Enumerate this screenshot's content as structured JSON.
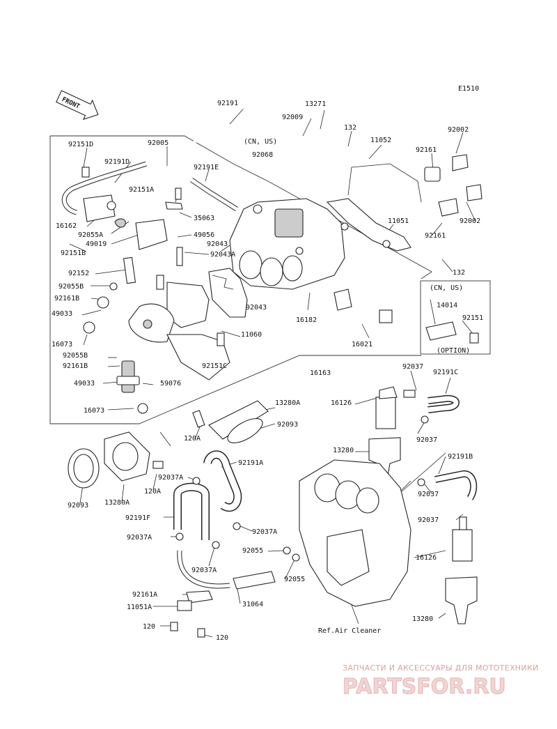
{
  "diagram": {
    "code": "E1510",
    "front_label": "FRONT",
    "ref_text": "Ref.Air Cleaner",
    "watermark": {
      "tagline": "ЗАПЧАСТИ И АКСЕССУАРЫ ДЛЯ МОТОТЕХНИКИ",
      "logo": "PARTSFOR.RU"
    },
    "callouts": [
      {
        "id": "92191",
        "text": "92191"
      },
      {
        "id": "13271",
        "text": "13271"
      },
      {
        "id": "92009",
        "text": "92009"
      },
      {
        "id": "cn-us-1",
        "text": "(CN, US)"
      },
      {
        "id": "92068",
        "text": "92068"
      },
      {
        "id": "132-a",
        "text": "132"
      },
      {
        "id": "11052",
        "text": "11052"
      },
      {
        "id": "92002-a",
        "text": "92002"
      },
      {
        "id": "92161-a",
        "text": "92161"
      },
      {
        "id": "92002-b",
        "text": "92002"
      },
      {
        "id": "92151D",
        "text": "92151D"
      },
      {
        "id": "92005",
        "text": "92005"
      },
      {
        "id": "92191D",
        "text": "92191D"
      },
      {
        "id": "92191E",
        "text": "92191E"
      },
      {
        "id": "92151A",
        "text": "92151A"
      },
      {
        "id": "35063",
        "text": "35063"
      },
      {
        "id": "16162",
        "text": "16162"
      },
      {
        "id": "92055A",
        "text": "92055A"
      },
      {
        "id": "49056",
        "text": "49056"
      },
      {
        "id": "49019",
        "text": "49019"
      },
      {
        "id": "92043-a",
        "text": "92043"
      },
      {
        "id": "92151B",
        "text": "92151B"
      },
      {
        "id": "92043A",
        "text": "92043A"
      },
      {
        "id": "11051",
        "text": "11051"
      },
      {
        "id": "92161-b",
        "text": "92161"
      },
      {
        "id": "132-b",
        "text": "132"
      },
      {
        "id": "92152",
        "text": "92152"
      },
      {
        "id": "92055B-a",
        "text": "92055B"
      },
      {
        "id": "92161B-a",
        "text": "92161B"
      },
      {
        "id": "92043-b",
        "text": "92043"
      },
      {
        "id": "16182",
        "text": "16182"
      },
      {
        "id": "cn-us-2",
        "text": "(CN, US)"
      },
      {
        "id": "14014",
        "text": "14014"
      },
      {
        "id": "92151",
        "text": "92151"
      },
      {
        "id": "49033-a",
        "text": "49033"
      },
      {
        "id": "16021",
        "text": "16021"
      },
      {
        "id": "11060",
        "text": "11060"
      },
      {
        "id": "option",
        "text": "(OPTION)"
      },
      {
        "id": "16073-a",
        "text": "16073"
      },
      {
        "id": "92055B-b",
        "text": "92055B"
      },
      {
        "id": "92151C",
        "text": "92151C"
      },
      {
        "id": "92161B-b",
        "text": "92161B"
      },
      {
        "id": "16163",
        "text": "16163"
      },
      {
        "id": "92037-a",
        "text": "92037"
      },
      {
        "id": "92191C",
        "text": "92191C"
      },
      {
        "id": "49033-b",
        "text": "49033"
      },
      {
        "id": "59076",
        "text": "59076"
      },
      {
        "id": "16126-a",
        "text": "16126"
      },
      {
        "id": "13280A-a",
        "text": "13280A"
      },
      {
        "id": "16073-b",
        "text": "16073"
      },
      {
        "id": "92093-a",
        "text": "92093"
      },
      {
        "id": "92037-b",
        "text": "92037"
      },
      {
        "id": "120A-a",
        "text": "120A"
      },
      {
        "id": "13280-a",
        "text": "13280"
      },
      {
        "id": "92191A",
        "text": "92191A"
      },
      {
        "id": "92191B",
        "text": "92191B"
      },
      {
        "id": "92037A-a",
        "text": "92037A"
      },
      {
        "id": "120A-b",
        "text": "120A"
      },
      {
        "id": "92093-b",
        "text": "92093"
      },
      {
        "id": "13280A-b",
        "text": "13280A"
      },
      {
        "id": "92037-c",
        "text": "92037"
      },
      {
        "id": "92037-d",
        "text": "92037"
      },
      {
        "id": "92191F",
        "text": "92191F"
      },
      {
        "id": "92037A-b",
        "text": "92037A"
      },
      {
        "id": "92037A-c",
        "text": "92037A"
      },
      {
        "id": "92055-a",
        "text": "92055"
      },
      {
        "id": "16126-b",
        "text": "16126"
      },
      {
        "id": "92037A-d",
        "text": "92037A"
      },
      {
        "id": "92055-b",
        "text": "92055"
      },
      {
        "id": "92161A",
        "text": "92161A"
      },
      {
        "id": "31064",
        "text": "31064"
      },
      {
        "id": "11051A",
        "text": "11051A"
      },
      {
        "id": "13280-b",
        "text": "13280"
      },
      {
        "id": "120-a",
        "text": "120"
      },
      {
        "id": "120-b",
        "text": "120"
      }
    ]
  }
}
